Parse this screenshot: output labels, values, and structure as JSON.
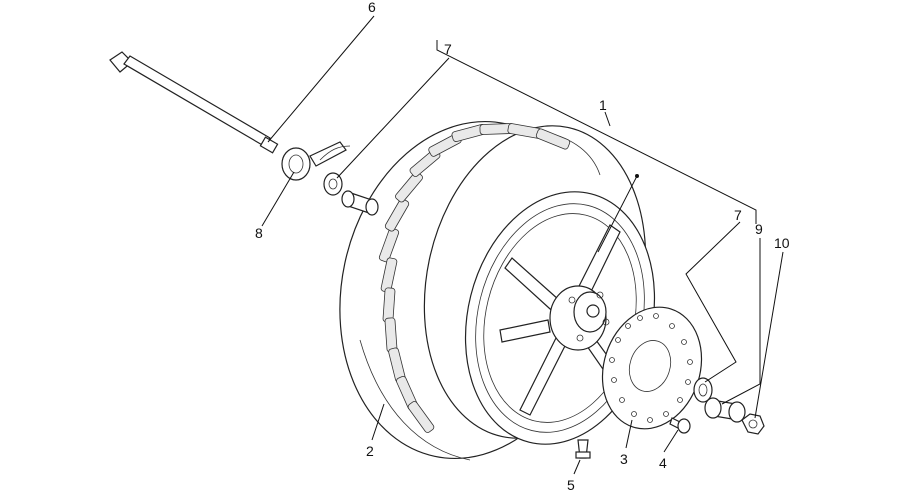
{
  "diagram": {
    "callouts": {
      "c1": "1",
      "c2": "2",
      "c3": "3",
      "c4": "4",
      "c5": "5",
      "c6": "6",
      "c7a": "7",
      "c7b": "7",
      "c8": "8",
      "c9": "9",
      "c10": "10"
    }
  }
}
